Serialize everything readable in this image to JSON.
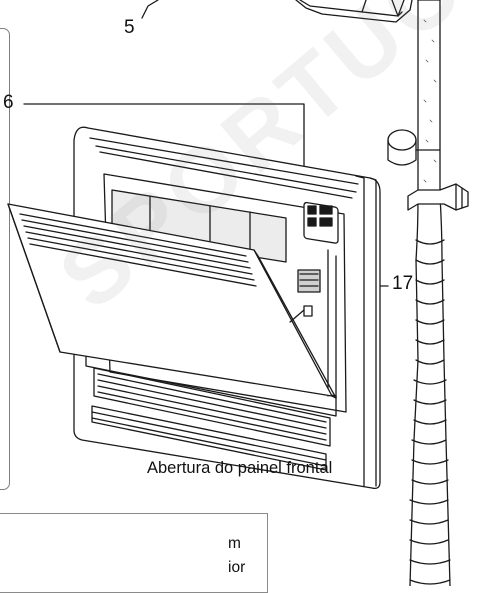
{
  "labels": {
    "five": "5",
    "six": "6",
    "seventeen": "17"
  },
  "caption": "Abertura do painel frontal",
  "note": {
    "line1": "m",
    "line2": "ior"
  },
  "watermark": "SPORTUC",
  "colors": {
    "line": "#1a1a1a",
    "frame": "#7f7f7f",
    "hose_fill": "#f4f4f4"
  }
}
